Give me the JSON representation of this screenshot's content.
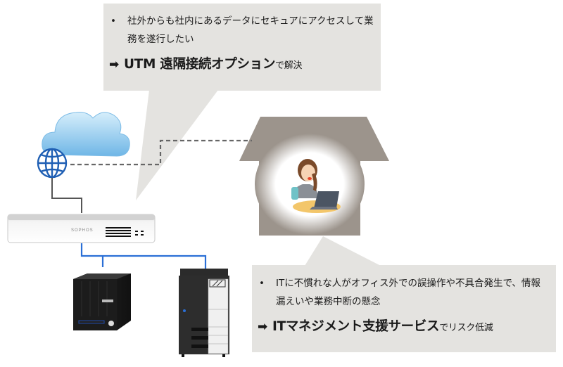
{
  "colors": {
    "callout_bg": "#e4e3e0",
    "house": "#9c948c",
    "network_line_blue": "#2a6fd6",
    "network_line_gray": "#555555",
    "globe": "#1f5fb4",
    "cloud": "#8ec8ee"
  },
  "callout_top": {
    "bullet": "•",
    "text": "社外からも社内にあるデータにセキュアにアクセスして業務を遂行したい",
    "arrow": "➡",
    "solution": "UTM 遠隔接続オプション",
    "suffix": "で解決"
  },
  "callout_bottom": {
    "bullet": "•",
    "text": "ITに不慣れな人がオフィス外での誤操作や不具合発生で、情報漏えいや業務中断の懸念",
    "arrow": "➡",
    "solution": "ITマネジメント支援サービス",
    "suffix": "でリスク低減"
  },
  "devices": {
    "utm_brand": "SOPHOS",
    "icons": [
      "cloud-icon",
      "globe-icon",
      "utm-appliance-icon",
      "nas-icon",
      "multifunction-printer-icon",
      "house-icon",
      "remote-worker-icon"
    ]
  }
}
